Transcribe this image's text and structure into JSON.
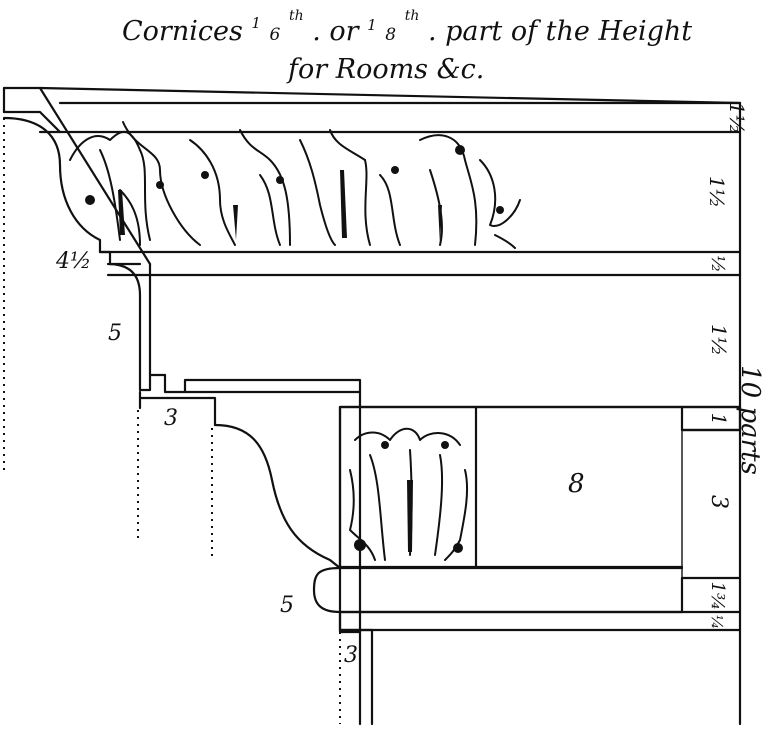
{
  "title": {
    "line1_prefix": "Cornices",
    "frac1_num": "1",
    "frac1_den": "6",
    "sup1": "th",
    "or_text": ". or",
    "frac2_num": "1",
    "frac2_den": "8",
    "sup2": "th",
    "line1_suffix": ". part of the Height",
    "line2": "for Rooms &c."
  },
  "right_scale": {
    "total_label": "10 parts",
    "segments": [
      "1½",
      "1½",
      "½",
      "1½",
      "1",
      "3",
      "1¾",
      "¼"
    ]
  },
  "dimension_labels": {
    "left_upper": "4½",
    "left_five": "5",
    "mid_three": "3",
    "block_eight": "8",
    "lower_five": "5",
    "bottom_three": "3"
  },
  "colors": {
    "ink": "#111111",
    "paper": "#ffffff"
  }
}
